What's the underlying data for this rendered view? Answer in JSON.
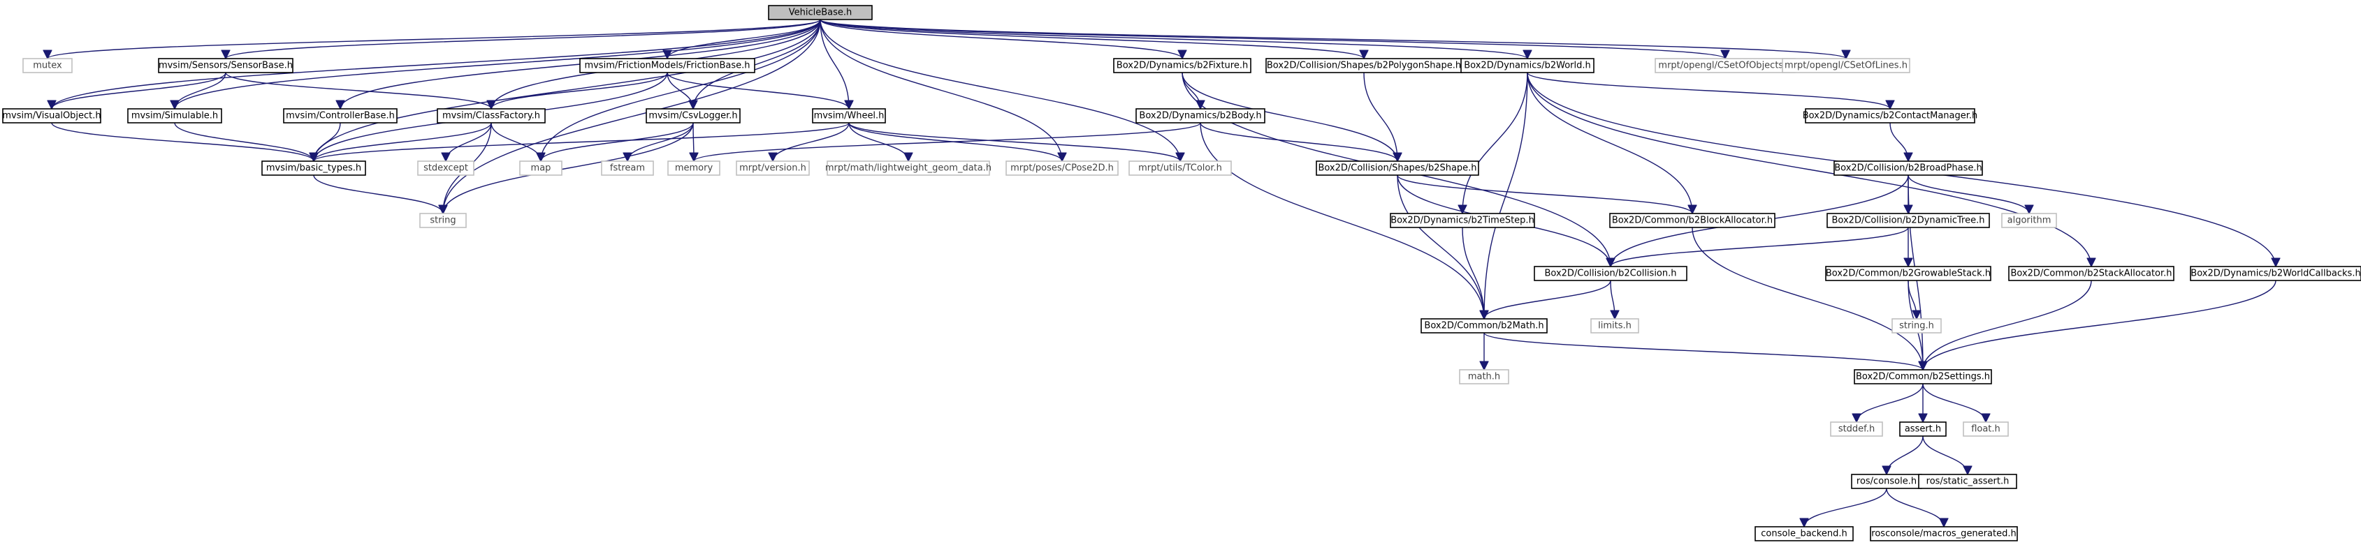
{
  "colors": {
    "edge": "#191970",
    "root_fill": "#bfbfbf",
    "node_border": "#000000",
    "external_border": "#bfbfbf"
  },
  "nodes": [
    {
      "id": "vehiclebase",
      "label": "VehicleBase.h",
      "kind": "root"
    },
    {
      "id": "mutex",
      "label": "mutex",
      "kind": "external"
    },
    {
      "id": "sensorbase",
      "label": "mvsim/Sensors/SensorBase.h",
      "kind": "documented"
    },
    {
      "id": "frictionbase",
      "label": "mvsim/FrictionModels/FrictionBase.h",
      "kind": "documented"
    },
    {
      "id": "b2fixture",
      "label": "Box2D/Dynamics/b2Fixture.h",
      "kind": "documented"
    },
    {
      "id": "b2polygonshape",
      "label": "Box2D/Collision/Shapes/b2PolygonShape.h",
      "kind": "documented"
    },
    {
      "id": "b2world",
      "label": "Box2D/Dynamics/b2World.h",
      "kind": "documented"
    },
    {
      "id": "csetofobjects",
      "label": "mrpt/opengl/CSetOfObjects.h",
      "kind": "external"
    },
    {
      "id": "csetoflines",
      "label": "mrpt/opengl/CSetOfLines.h",
      "kind": "external"
    },
    {
      "id": "visualobject",
      "label": "mvsim/VisualObject.h",
      "kind": "documented"
    },
    {
      "id": "simulable",
      "label": "mvsim/Simulable.h",
      "kind": "documented"
    },
    {
      "id": "controllerbase",
      "label": "mvsim/ControllerBase.h",
      "kind": "documented"
    },
    {
      "id": "classfactory",
      "label": "mvsim/ClassFactory.h",
      "kind": "documented"
    },
    {
      "id": "csvlogger",
      "label": "mvsim/CsvLogger.h",
      "kind": "documented"
    },
    {
      "id": "wheel",
      "label": "mvsim/Wheel.h",
      "kind": "documented"
    },
    {
      "id": "b2body",
      "label": "Box2D/Dynamics/b2Body.h",
      "kind": "documented"
    },
    {
      "id": "b2contactmanager",
      "label": "Box2D/Dynamics/b2ContactManager.h",
      "kind": "documented"
    },
    {
      "id": "basictypes",
      "label": "mvsim/basic_types.h",
      "kind": "documented"
    },
    {
      "id": "stdexcept",
      "label": "stdexcept",
      "kind": "external"
    },
    {
      "id": "map",
      "label": "map",
      "kind": "external"
    },
    {
      "id": "fstream",
      "label": "fstream",
      "kind": "external"
    },
    {
      "id": "memory",
      "label": "memory",
      "kind": "external"
    },
    {
      "id": "mrptversion",
      "label": "mrpt/version.h",
      "kind": "external"
    },
    {
      "id": "lightweight",
      "label": "mrpt/math/lightweight_geom_data.h",
      "kind": "external"
    },
    {
      "id": "cpose2d",
      "label": "mrpt/poses/CPose2D.h",
      "kind": "external"
    },
    {
      "id": "tcolor",
      "label": "mrpt/utils/TColor.h",
      "kind": "external"
    },
    {
      "id": "b2shape",
      "label": "Box2D/Collision/Shapes/b2Shape.h",
      "kind": "documented"
    },
    {
      "id": "b2broadphase",
      "label": "Box2D/Collision/b2BroadPhase.h",
      "kind": "documented"
    },
    {
      "id": "algorithm",
      "label": "algorithm",
      "kind": "external"
    },
    {
      "id": "string",
      "label": "string",
      "kind": "external"
    },
    {
      "id": "b2timestep",
      "label": "Box2D/Dynamics/b2TimeStep.h",
      "kind": "documented"
    },
    {
      "id": "b2blockallocator",
      "label": "Box2D/Common/b2BlockAllocator.h",
      "kind": "documented"
    },
    {
      "id": "b2dynamictree",
      "label": "Box2D/Collision/b2DynamicTree.h",
      "kind": "documented"
    },
    {
      "id": "b2collision",
      "label": "Box2D/Collision/b2Collision.h",
      "kind": "documented"
    },
    {
      "id": "b2growablestack",
      "label": "Box2D/Common/b2GrowableStack.h",
      "kind": "documented"
    },
    {
      "id": "b2stackallocator",
      "label": "Box2D/Common/b2StackAllocator.h",
      "kind": "documented"
    },
    {
      "id": "b2worldcallbacks",
      "label": "Box2D/Dynamics/b2WorldCallbacks.h",
      "kind": "documented"
    },
    {
      "id": "b2math",
      "label": "Box2D/Common/b2Math.h",
      "kind": "documented"
    },
    {
      "id": "limits",
      "label": "limits.h",
      "kind": "external"
    },
    {
      "id": "stringh",
      "label": "string.h",
      "kind": "external"
    },
    {
      "id": "mathh",
      "label": "math.h",
      "kind": "external"
    },
    {
      "id": "b2settings",
      "label": "Box2D/Common/b2Settings.h",
      "kind": "documented"
    },
    {
      "id": "stddef",
      "label": "stddef.h",
      "kind": "external"
    },
    {
      "id": "asserth",
      "label": "assert.h",
      "kind": "documented"
    },
    {
      "id": "floath",
      "label": "float.h",
      "kind": "external"
    },
    {
      "id": "rosconsole",
      "label": "ros/console.h",
      "kind": "documented"
    },
    {
      "id": "staticassert",
      "label": "ros/static_assert.h",
      "kind": "documented"
    },
    {
      "id": "consolebackend",
      "label": "console_backend.h",
      "kind": "documented"
    },
    {
      "id": "macrosgenerated",
      "label": "rosconsole/macros_generated.h",
      "kind": "documented"
    }
  ],
  "edges": [
    [
      "vehiclebase",
      "mutex"
    ],
    [
      "vehiclebase",
      "sensorbase"
    ],
    [
      "vehiclebase",
      "frictionbase"
    ],
    [
      "vehiclebase",
      "b2fixture"
    ],
    [
      "vehiclebase",
      "b2polygonshape"
    ],
    [
      "vehiclebase",
      "b2world"
    ],
    [
      "vehiclebase",
      "csetofobjects"
    ],
    [
      "vehiclebase",
      "csetoflines"
    ],
    [
      "vehiclebase",
      "visualobject"
    ],
    [
      "vehiclebase",
      "simulable"
    ],
    [
      "vehiclebase",
      "controllerbase"
    ],
    [
      "vehiclebase",
      "classfactory"
    ],
    [
      "vehiclebase",
      "csvlogger"
    ],
    [
      "vehiclebase",
      "wheel"
    ],
    [
      "vehiclebase",
      "basictypes"
    ],
    [
      "vehiclebase",
      "map"
    ],
    [
      "vehiclebase",
      "string"
    ],
    [
      "vehiclebase",
      "cpose2d"
    ],
    [
      "vehiclebase",
      "tcolor"
    ],
    [
      "sensorbase",
      "visualobject"
    ],
    [
      "sensorbase",
      "simulable"
    ],
    [
      "sensorbase",
      "classfactory"
    ],
    [
      "frictionbase",
      "classfactory"
    ],
    [
      "frictionbase",
      "csvlogger"
    ],
    [
      "frictionbase",
      "wheel"
    ],
    [
      "frictionbase",
      "basictypes"
    ],
    [
      "b2fixture",
      "b2body"
    ],
    [
      "b2fixture",
      "b2shape"
    ],
    [
      "b2fixture",
      "b2collision"
    ],
    [
      "b2polygonshape",
      "b2shape"
    ],
    [
      "b2world",
      "b2contactmanager"
    ],
    [
      "b2world",
      "b2timestep"
    ],
    [
      "b2world",
      "b2blockallocator"
    ],
    [
      "b2world",
      "b2math"
    ],
    [
      "b2world",
      "b2stackallocator"
    ],
    [
      "b2world",
      "b2worldcallbacks"
    ],
    [
      "visualobject",
      "basictypes"
    ],
    [
      "simulable",
      "basictypes"
    ],
    [
      "controllerbase",
      "basictypes"
    ],
    [
      "classfactory",
      "basictypes"
    ],
    [
      "classfactory",
      "stdexcept"
    ],
    [
      "classfactory",
      "map"
    ],
    [
      "classfactory",
      "string"
    ],
    [
      "csvlogger",
      "map"
    ],
    [
      "csvlogger",
      "fstream"
    ],
    [
      "csvlogger",
      "memory"
    ],
    [
      "csvlogger",
      "string"
    ],
    [
      "wheel",
      "basictypes"
    ],
    [
      "wheel",
      "mrptversion"
    ],
    [
      "wheel",
      "lightweight"
    ],
    [
      "wheel",
      "cpose2d"
    ],
    [
      "wheel",
      "tcolor"
    ],
    [
      "b2body",
      "memory"
    ],
    [
      "b2body",
      "b2shape"
    ],
    [
      "b2body",
      "b2math"
    ],
    [
      "b2contactmanager",
      "b2broadphase"
    ],
    [
      "basictypes",
      "string"
    ],
    [
      "b2shape",
      "b2blockallocator"
    ],
    [
      "b2shape",
      "b2collision"
    ],
    [
      "b2shape",
      "b2math"
    ],
    [
      "b2broadphase",
      "algorithm"
    ],
    [
      "b2broadphase",
      "b2dynamictree"
    ],
    [
      "b2broadphase",
      "b2collision"
    ],
    [
      "b2broadphase",
      "b2settings"
    ],
    [
      "b2timestep",
      "b2math"
    ],
    [
      "b2blockallocator",
      "b2settings"
    ],
    [
      "b2dynamictree",
      "b2collision"
    ],
    [
      "b2dynamictree",
      "b2growablestack"
    ],
    [
      "b2collision",
      "limits"
    ],
    [
      "b2collision",
      "b2math"
    ],
    [
      "b2growablestack",
      "stringh"
    ],
    [
      "b2growablestack",
      "b2settings"
    ],
    [
      "b2stackallocator",
      "b2settings"
    ],
    [
      "b2worldcallbacks",
      "b2settings"
    ],
    [
      "b2math",
      "mathh"
    ],
    [
      "b2math",
      "b2settings"
    ],
    [
      "b2settings",
      "stddef"
    ],
    [
      "b2settings",
      "asserth"
    ],
    [
      "b2settings",
      "floath"
    ],
    [
      "asserth",
      "rosconsole"
    ],
    [
      "asserth",
      "staticassert"
    ],
    [
      "rosconsole",
      "consolebackend"
    ],
    [
      "rosconsole",
      "macrosgenerated"
    ]
  ]
}
